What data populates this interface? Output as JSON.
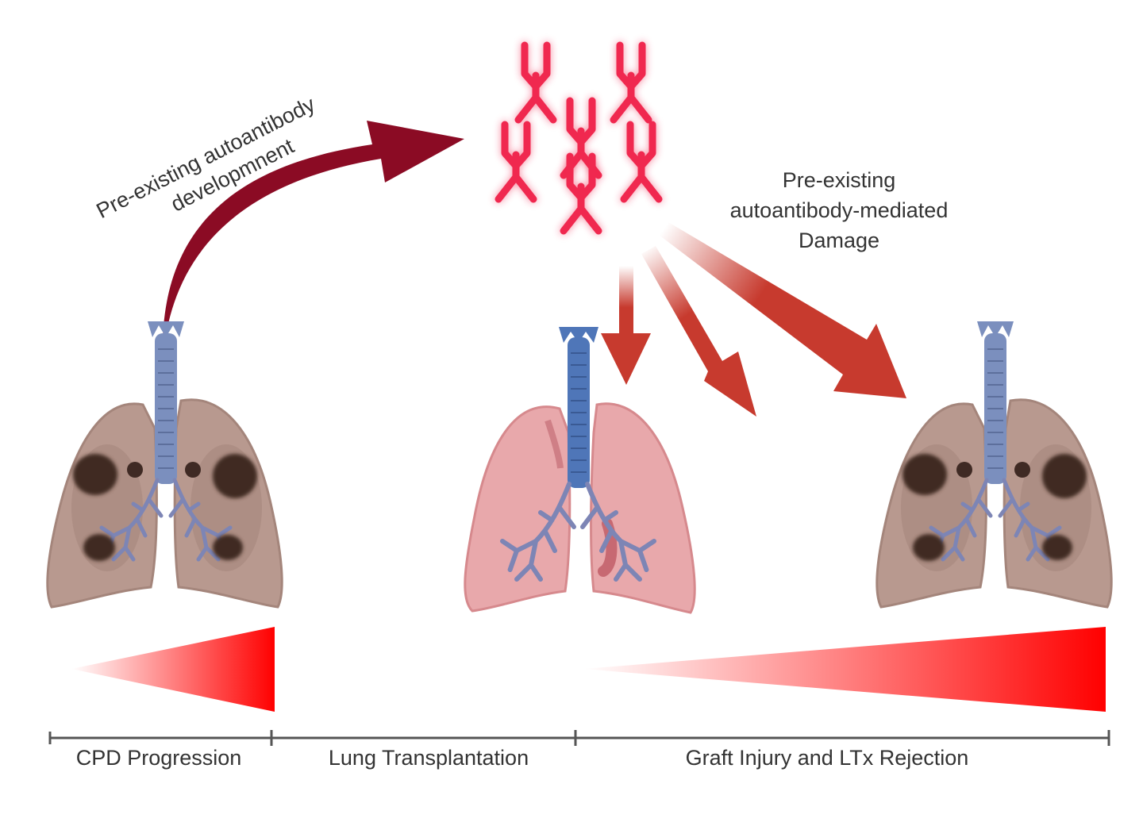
{
  "labels": {
    "development": [
      "Pre-existing autoantibody",
      "developmnent"
    ],
    "damage": [
      "Pre-existing",
      "autoantibody-mediated",
      "Damage"
    ]
  },
  "timeline": [
    {
      "id": "cpd",
      "label": "CPD Progression"
    },
    {
      "id": "ltx",
      "label": "Lung Transplantation"
    },
    {
      "id": "rejection",
      "label": "Graft Injury and LTx Rejection"
    }
  ],
  "colors": {
    "dark_arrow": "#8b0b24",
    "red_arrow": "#c73a2e",
    "antibody": "#f0284f",
    "diseased_lung": "#b8998f",
    "healthy_lung": "#e8a8ab",
    "trachea": "#6f86b8",
    "lesion": "#3f2a24",
    "gradient_red": "#ff0000",
    "timeline": "#555555"
  },
  "icons": [
    "antibody-icon",
    "diseased-lung-icon",
    "healthy-lung-icon",
    "trachea-icon"
  ]
}
